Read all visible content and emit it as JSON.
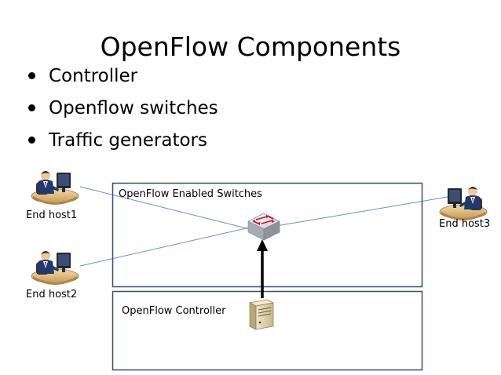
{
  "slide": {
    "title": "OpenFlow Components",
    "bullets": [
      "Controller",
      "Openflow switches",
      "Traffic generators"
    ]
  },
  "diagram": {
    "switches_box_label": "OpenFlow Enabled Switches",
    "controller_box_label": "OpenFlow Controller",
    "hosts": [
      {
        "label": "End host1"
      },
      {
        "label": "End host2"
      },
      {
        "label": "End host3"
      }
    ],
    "colors": {
      "box_border": "#2f4f7f",
      "link_line": "#6a8fc8",
      "control_arrow": "#000000",
      "switch_arrows": "#c8102e"
    },
    "icons": {
      "host": "user-at-computer-icon",
      "switch": "network-switch-icon",
      "controller": "server-tower-icon"
    }
  }
}
